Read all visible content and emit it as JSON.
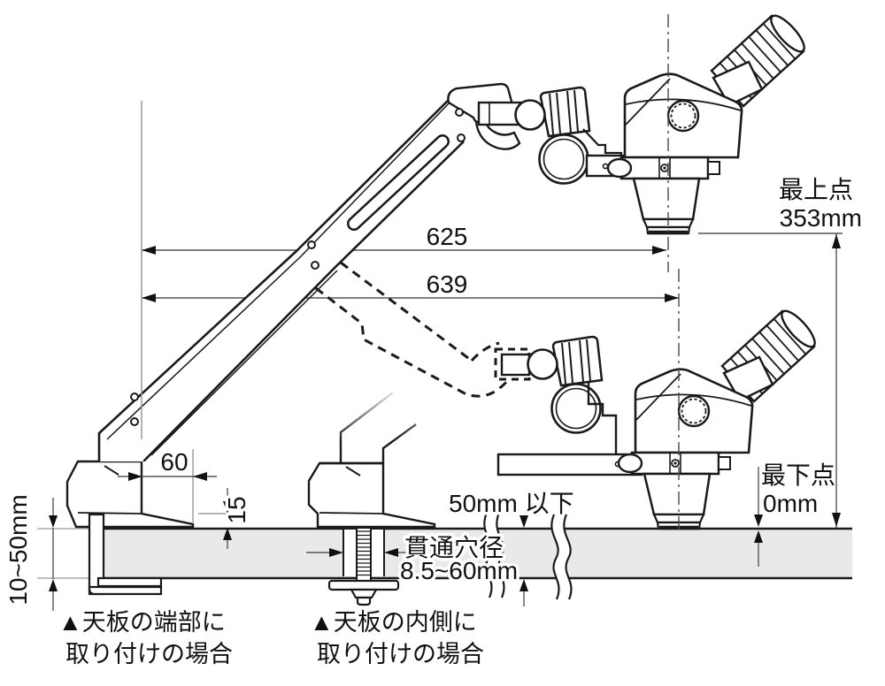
{
  "figure": {
    "dims": {
      "reach_upper": "625",
      "reach_lower": "639",
      "highest_label": "最上点",
      "highest_value": "353mm",
      "lowest_label": "最下点",
      "lowest_value": "0mm",
      "clamp_foot": "60",
      "foot_height": "15",
      "grip_range": "10~50mm",
      "board_thickness": "50mm 以下",
      "hole_label": "貫通穴径",
      "hole_range": "8.5~60mm"
    },
    "captions": {
      "edge_line1": "▲天板の端部に",
      "edge_line2": "取り付けの場合",
      "inside_line1": "▲天板の内側に",
      "inside_line2": "取り付けの場合"
    },
    "colors": {
      "line": "#1a1a1a",
      "dim_line": "#555555",
      "ext_line": "#999999",
      "table_fill": "#e9e9e9"
    }
  }
}
